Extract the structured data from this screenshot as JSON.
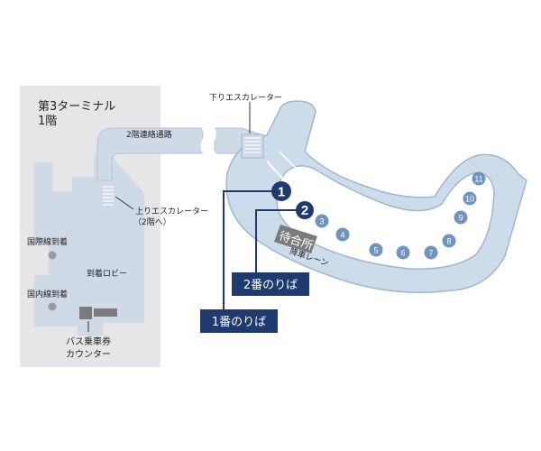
{
  "terminal": {
    "title_line1": "第3ターミナル",
    "title_line2": "1階"
  },
  "labels": {
    "down_escalator": "下りエスカレーター",
    "corridor": "2階連絡通路",
    "up_escalator_line1": "上りエスカレーター",
    "up_escalator_line2": "（2階へ）",
    "international_arrivals": "国際線到着",
    "domestic_arrivals": "国内線到着",
    "arrival_lobby": "到着ロビー",
    "bus_ticket_line1": "バス乗車券",
    "bus_ticket_line2": "カウンター",
    "waiting_area": "待合所",
    "drop_off_lane": "降車レーン"
  },
  "platforms": {
    "platform1": "1番のりば",
    "platform2": "2番のりば"
  },
  "stops": [
    "1",
    "2",
    "3",
    "4",
    "5",
    "6",
    "7",
    "8",
    "9",
    "10",
    "11"
  ],
  "colors": {
    "navy": "#1f3a6e",
    "stop_blue": "#6f95bf",
    "road": "#c7d7e5",
    "road_outline": "#9fb7cd",
    "building": "#e7e7e9",
    "building_inner": "#cdd9e5",
    "waiting_gray": "#7b7b7b"
  }
}
